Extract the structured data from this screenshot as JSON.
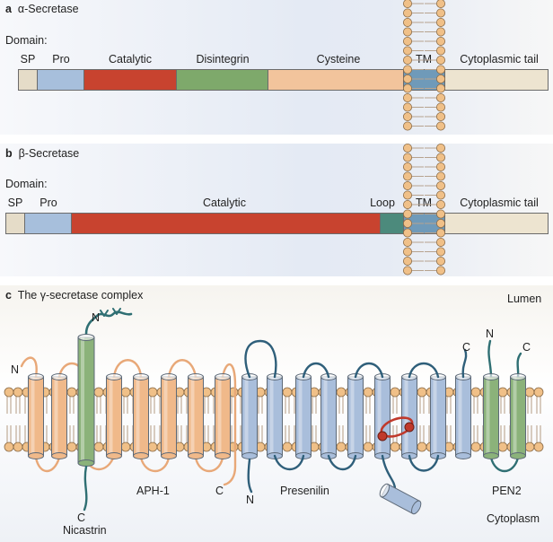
{
  "panel_a": {
    "letter": "a",
    "title": "α-Secretase",
    "domain_header": "Domain:",
    "domains": [
      {
        "label": "SP",
        "color": "#e5dcc8"
      },
      {
        "label": "Pro",
        "color": "#a7bfdc"
      },
      {
        "label": "Catalytic",
        "color": "#c8432f"
      },
      {
        "label": "Disintegrin",
        "color": "#7ea96b"
      },
      {
        "label": "Cysteine",
        "color": "#f2c49c"
      },
      {
        "label": "TM",
        "color": "#6f9ab9"
      },
      {
        "label": "Cytoplasmic tail",
        "color": "#ede4d0"
      }
    ]
  },
  "panel_b": {
    "letter": "b",
    "title": "β-Secretase",
    "domain_header": "Domain:",
    "domains": [
      {
        "label": "SP",
        "color": "#e5dcc8"
      },
      {
        "label": "Pro",
        "color": "#a7bfdc"
      },
      {
        "label": "Catalytic",
        "color": "#c8432f"
      },
      {
        "label": "Loop",
        "color": "#4c8a7c"
      },
      {
        "label": "TM",
        "color": "#6f9ab9"
      },
      {
        "label": "Cytoplasmic tail",
        "color": "#ede4d0"
      }
    ]
  },
  "panel_c": {
    "letter": "c",
    "title": "The γ-secretase complex",
    "lumen": "Lumen",
    "cytoplasm": "Cytoplasm",
    "proteins": {
      "aph1": "APH-1",
      "nicastrin": "Nicastrin",
      "presenilin": "Presenilin",
      "pen2": "PEN2"
    },
    "termini": {
      "nicastrin_n": "N",
      "nicastrin_c": "C",
      "aph1_n": "N",
      "aph1_c": "C",
      "presenilin_n": "N",
      "presenilin_c": "C",
      "pen2_n": "N",
      "pen2_c": "C"
    }
  },
  "colors": {
    "aph1": "#f0b98a",
    "nicastrin": "#8bb27a",
    "presenilin": "#a9bedb",
    "pen2": "#8bb27a",
    "loop_red": "#c0392b",
    "lipid_head": "#f0c088",
    "teal_loop": "#2f6f73"
  }
}
